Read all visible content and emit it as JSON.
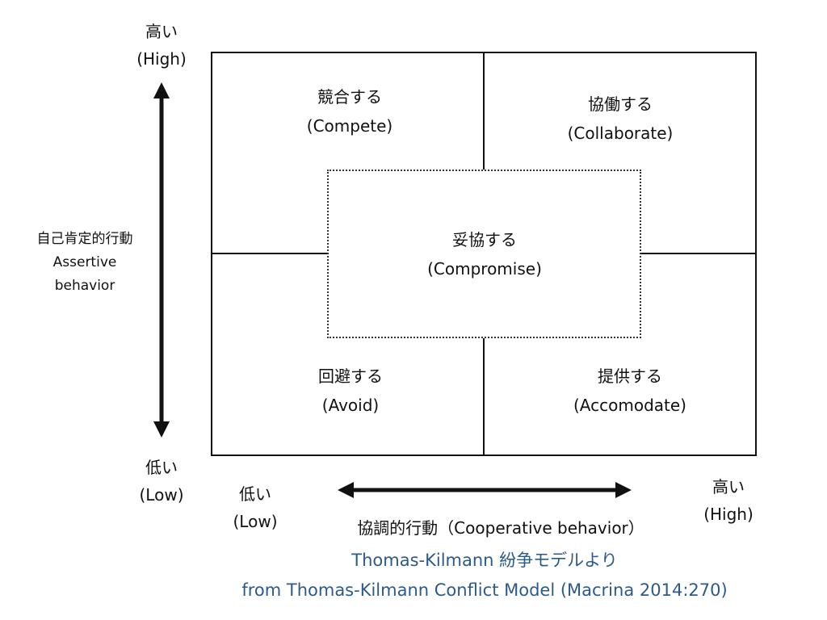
{
  "colors": {
    "line": "#111111",
    "text": "#111111",
    "credit": "#2c5a8a"
  },
  "quadrants": {
    "compete": {
      "jp": "競合する",
      "en": "(Compete)"
    },
    "collaborate": {
      "jp": "協働する",
      "en": "(Collaborate)"
    },
    "avoid": {
      "jp": "回避する",
      "en": "(Avoid)"
    },
    "accommodate": {
      "jp": "提供する",
      "en": "(Accomodate)"
    }
  },
  "center": {
    "jp": "妥協する",
    "en": "(Compromise)"
  },
  "y_axis": {
    "high_jp": "高い",
    "high_en": "(High)",
    "low_jp": "低い",
    "low_en": "(Low)",
    "label_jp": "自己肯定的行動",
    "label_en_1": "Assertive",
    "label_en_2": "behavior"
  },
  "x_axis": {
    "low_jp": "低い",
    "low_en": "(Low)",
    "high_jp": "高い",
    "high_en": "(High)",
    "label": "協調的行動（Cooperative behavior）"
  },
  "credit": {
    "line1": "Thomas-Kilmann 紛争モデルより",
    "line2": "from Thomas-Kilmann Conflict Model (Macrina 2014:270)"
  }
}
